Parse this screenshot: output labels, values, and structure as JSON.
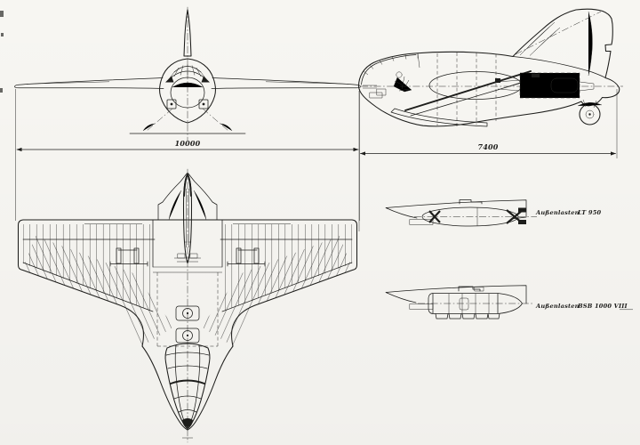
{
  "drawing": {
    "paper_color": "#faf9f5",
    "ink_color": "#1d1d1b",
    "dimensions": {
      "span": "10000",
      "length": "7400"
    },
    "stores": [
      {
        "category": "Außenlasten",
        "designation": "LT 950"
      },
      {
        "category": "Außenlasten",
        "designation": "BSB 1000 VIII"
      }
    ]
  }
}
